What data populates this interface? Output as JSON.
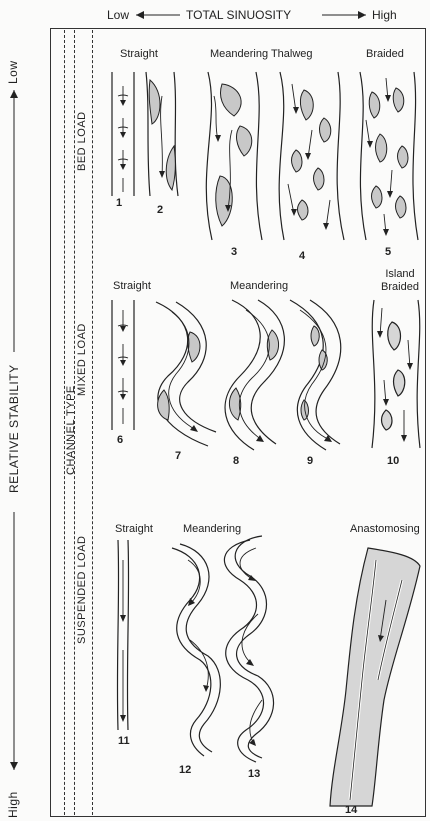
{
  "top_axis": {
    "low": "Low",
    "title": "TOTAL SINUOSITY",
    "high": "High"
  },
  "left_axis": {
    "low": "Low",
    "title": "RELATIVE STABILITY",
    "high": "High"
  },
  "channel_type_label": "CHANNEL TYPE",
  "load_labels": {
    "bed": "BED LOAD",
    "mixed": "MIXED LOAD",
    "suspended": "SUSPENDED LOAD"
  },
  "rows": [
    {
      "titles": [
        "Straight",
        "Meandering Thalweg",
        "Braided"
      ],
      "numbers": [
        "1",
        "2",
        "3",
        "4",
        "5"
      ]
    },
    {
      "titles": [
        "Straight",
        "Meandering",
        "Island Braided"
      ],
      "numbers": [
        "6",
        "7",
        "8",
        "9",
        "10"
      ]
    },
    {
      "titles": [
        "Straight",
        "Meandering",
        "Anastomosing"
      ],
      "numbers": [
        "11",
        "12",
        "13",
        "14"
      ]
    }
  ]
}
